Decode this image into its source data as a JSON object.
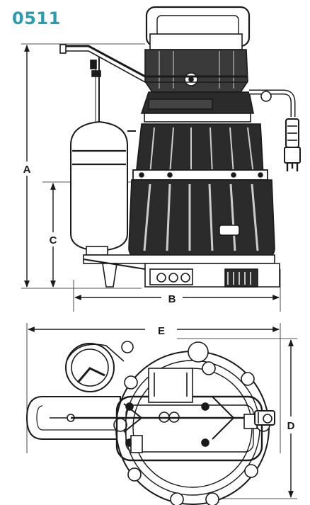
{
  "model_number": "0511",
  "colors": {
    "accent": "#2a9bb0",
    "line": "#1a1a1a",
    "pump_body": "#2b2b2b"
  },
  "dimensions": {
    "a": "A",
    "b": "B",
    "c": "C",
    "d": "D",
    "e": "E"
  }
}
